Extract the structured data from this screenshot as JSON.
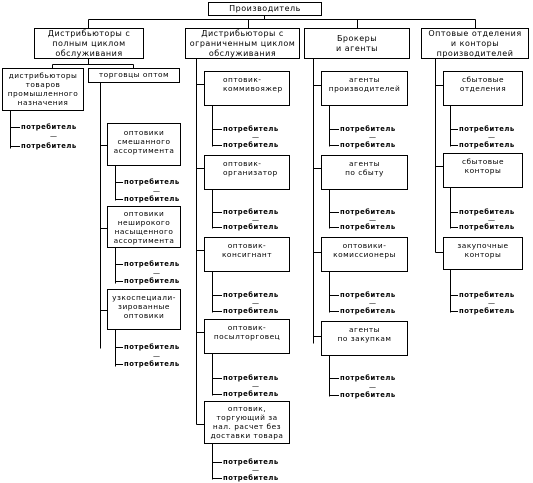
{
  "root": "Производитель",
  "consumer_label": "потребитель",
  "columns": [
    {
      "title": "Дистрибьюторы с\nполным циклом\nобслуживания",
      "branches": [
        {
          "title": "дистрибьюторы\nтоваров\nпромышленного\nназначения",
          "items": []
        },
        {
          "title": "торговцы оптом",
          "items": [
            "оптовики\nсмешанного\nассортимента",
            "оптовики\nнеширокого\nнасыщенного\nассортимента",
            "узкоспециали-\nзированные\nоптовики"
          ]
        }
      ]
    },
    {
      "title": "Дистрибьюторы с\nограниченным циклом\nобслуживания",
      "items": [
        "оптовик-\nкоммивояжер",
        "оптовик-\nорганизатор",
        "оптовик-\nконсигнант",
        "оптовик-\nпосылторговец",
        "оптовик,\nторгующий за\nнал. расчет без\nдоставки товара"
      ]
    },
    {
      "title": "Брокеры\nи агенты",
      "items": [
        "агенты\nпроизводителей",
        "агенты\nпо сбыту",
        "оптовики-\nкомиссионеры",
        "агенты\nпо закупкам"
      ]
    },
    {
      "title": "Оптовые отделения\nи конторы\nпроизводителей",
      "items": [
        "сбытовые\nотделения",
        "сбытовые\nконторы",
        "закупочные\nконторы"
      ]
    }
  ]
}
